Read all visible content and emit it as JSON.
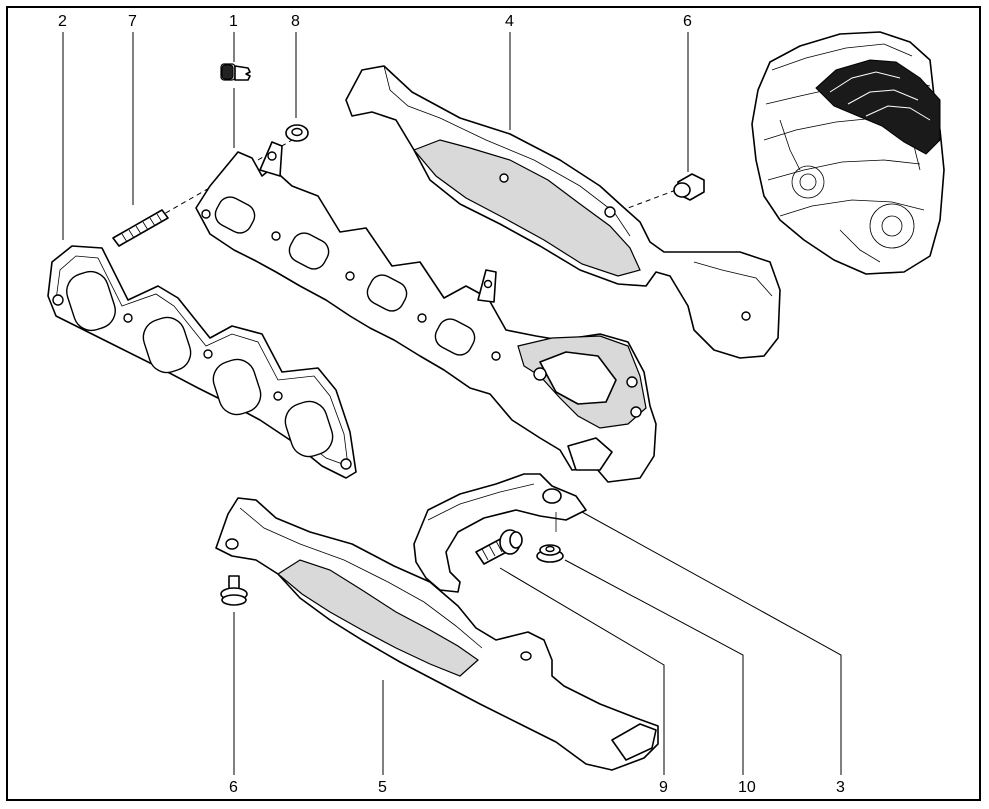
{
  "callouts": [
    {
      "id": "c1",
      "label": "1"
    },
    {
      "id": "c2",
      "label": "2"
    },
    {
      "id": "c3",
      "label": "3"
    },
    {
      "id": "c4",
      "label": "4"
    },
    {
      "id": "c5",
      "label": "5"
    },
    {
      "id": "c6a",
      "label": "6"
    },
    {
      "id": "c6b",
      "label": "6"
    },
    {
      "id": "c7",
      "label": "7"
    },
    {
      "id": "c8",
      "label": "8"
    },
    {
      "id": "c9",
      "label": "9"
    },
    {
      "id": "c10",
      "label": "10"
    }
  ]
}
